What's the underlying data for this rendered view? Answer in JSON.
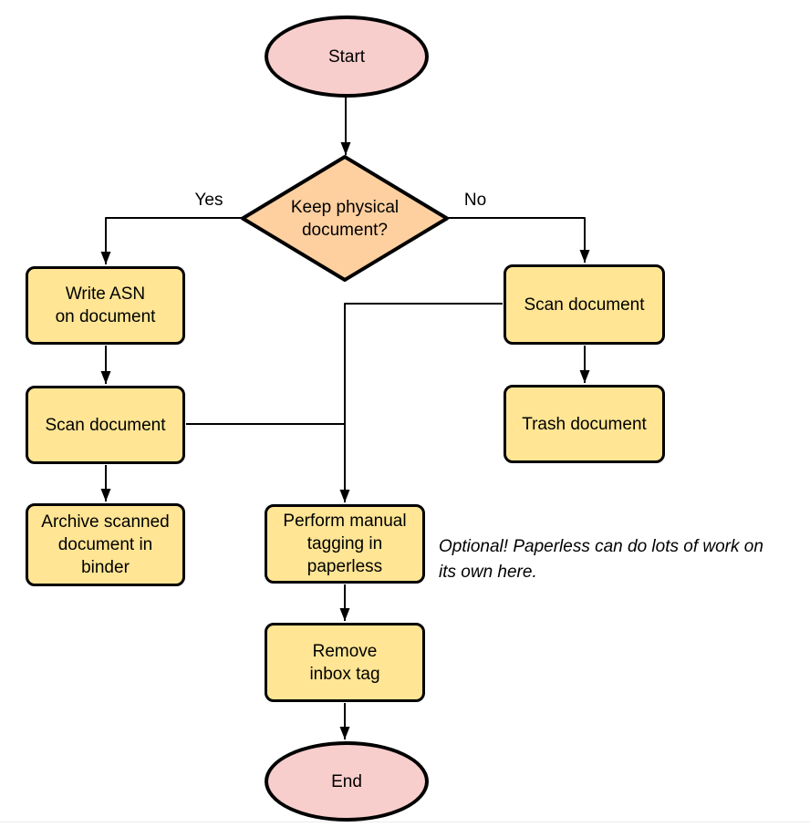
{
  "diagram": {
    "type": "flowchart",
    "nodes": {
      "start": {
        "label": "Start",
        "shape": "terminator"
      },
      "decision": {
        "label": "Keep physical\ndocument?",
        "shape": "decision"
      },
      "write_asn": {
        "label": "Write ASN\non document",
        "shape": "process"
      },
      "scan_left": {
        "label": "Scan document",
        "shape": "process"
      },
      "archive": {
        "label": "Archive scanned\ndocument in\nbinder",
        "shape": "process"
      },
      "scan_right": {
        "label": "Scan document",
        "shape": "process"
      },
      "trash": {
        "label": "Trash document",
        "shape": "process"
      },
      "tagging": {
        "label": "Perform manual\ntagging in\npaperless",
        "shape": "process"
      },
      "remove_inbox": {
        "label": "Remove\ninbox tag",
        "shape": "process"
      },
      "end": {
        "label": "End",
        "shape": "terminator"
      }
    },
    "edge_labels": {
      "yes": "Yes",
      "no": "No"
    },
    "edges": [
      {
        "from": "start",
        "to": "decision",
        "label": ""
      },
      {
        "from": "decision",
        "to": "write_asn",
        "label": "Yes"
      },
      {
        "from": "decision",
        "to": "scan_right",
        "label": "No"
      },
      {
        "from": "write_asn",
        "to": "scan_left",
        "label": ""
      },
      {
        "from": "scan_left",
        "to": "archive",
        "label": ""
      },
      {
        "from": "scan_left",
        "to": "tagging",
        "label": ""
      },
      {
        "from": "scan_right",
        "to": "trash",
        "label": ""
      },
      {
        "from": "scan_right",
        "to": "tagging",
        "label": ""
      },
      {
        "from": "tagging",
        "to": "remove_inbox",
        "label": ""
      },
      {
        "from": "remove_inbox",
        "to": "end",
        "label": ""
      }
    ],
    "annotation": "Optional! Paperless can do lots of work on\nits own here.",
    "colors": {
      "terminator_fill": "#f8cecc",
      "decision_fill": "#fed0a0",
      "process_fill": "#ffe594",
      "stroke": "#000000"
    }
  }
}
